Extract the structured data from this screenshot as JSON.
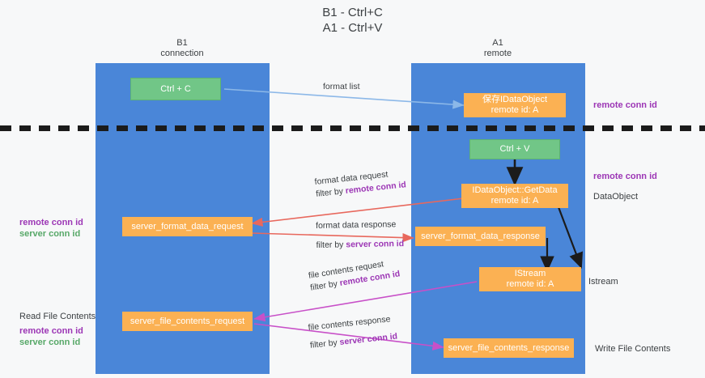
{
  "title": {
    "line1": "B1 - Ctrl+C",
    "line2": "A1 - Ctrl+V"
  },
  "columns": [
    {
      "name": "B1",
      "role": "connection"
    },
    {
      "name": "A1",
      "role": "remote"
    }
  ],
  "colors": {
    "lane": "#4a86d8",
    "green_box": "#71c687",
    "orange_box": "#fbb153",
    "remote_conn_id": "#9c36b5",
    "server_conn_id": "#57a868",
    "arrow_format_list": "#8cb8e8",
    "arrow_format_data": "#e8685d",
    "arrow_file_contents": "#c850c8",
    "arrow_black": "#1b1b1b",
    "background": "#f7f8f9",
    "text": "#3c4043"
  },
  "boxes": {
    "ctrl_c": {
      "label": "Ctrl + C"
    },
    "ctrl_v": {
      "label": "Ctrl + V"
    },
    "save_idataobject": {
      "line1": "保存IDataObject",
      "line2": "remote id: A"
    },
    "getdata": {
      "line1": "IDataObject::GetData",
      "line2": "remote id: A"
    },
    "istream": {
      "line1": "IStream",
      "line2": "remote id: A"
    },
    "server_format_data_request": {
      "label": "server_format_data_request"
    },
    "server_format_data_response": {
      "label": "server_format_data_response"
    },
    "server_file_contents_request": {
      "label": "server_file_contents_request"
    },
    "server_file_contents_response": {
      "label": "server_file_contents_response"
    }
  },
  "edge_labels": {
    "format_list": "format list",
    "format_data_request": "format data request",
    "format_data_request_filter_prefix": "filter by ",
    "format_data_request_filter_key": "remote conn id",
    "format_data_response": "format data response",
    "format_data_response_filter_prefix": "filter by ",
    "format_data_response_filter_key": "server conn id",
    "file_contents_request": "file contents request",
    "file_contents_request_filter_prefix": "filter by ",
    "file_contents_request_filter_key": "remote conn id",
    "file_contents_response": "file contents response",
    "file_contents_response_filter_prefix": "filter by ",
    "file_contents_response_filter_key": "server conn id"
  },
  "right_annotations": {
    "remote_conn_id_top": "remote conn id",
    "remote_conn_id_mid": "remote conn id",
    "dataobject": "DataObject",
    "istream": "Istream",
    "write_file_contents": "Write File Contents"
  },
  "left_annotations": {
    "remote_conn_id_mid": "remote conn id",
    "server_conn_id_mid": "server conn id",
    "read_file_contents": "Read File Contents",
    "remote_conn_id_bottom": "remote conn id",
    "server_conn_id_bottom": "server conn id"
  }
}
